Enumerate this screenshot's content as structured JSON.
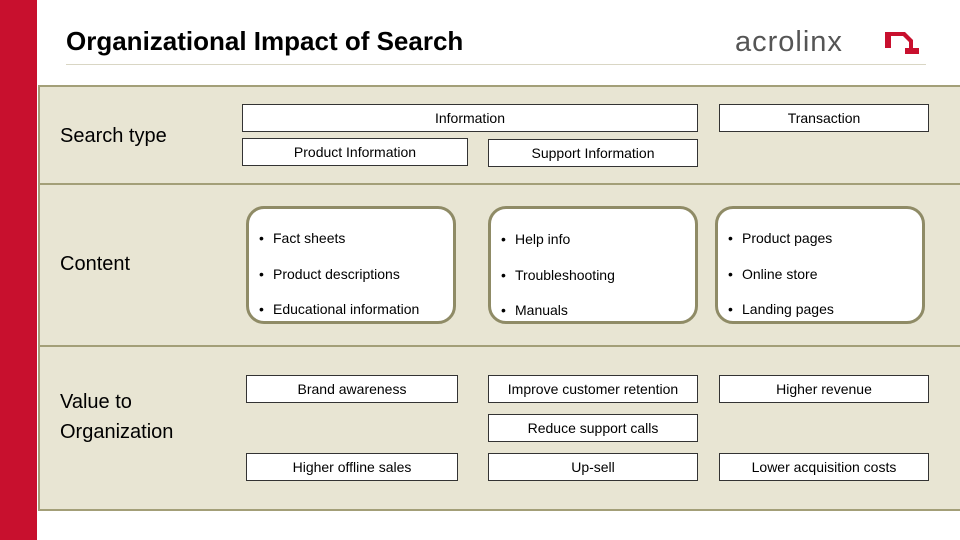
{
  "slide": {
    "title": "Organizational Impact of Search",
    "logo_text": "acrolinx"
  },
  "colors": {
    "accent_red": "#c8102e",
    "band_fill": "#e8e5d3",
    "band_border": "#a39f78"
  },
  "search_type": {
    "label": "Search type",
    "information": "Information",
    "transaction": "Transaction",
    "product_information": "Product Information",
    "support_information": "Support Information"
  },
  "content": {
    "label": "Content",
    "cards": [
      {
        "items": [
          "Fact sheets",
          "Product descriptions",
          "Educational information"
        ]
      },
      {
        "items": [
          "Help info",
          "Troubleshooting",
          "Manuals"
        ]
      },
      {
        "items": [
          "Product pages",
          "Online store",
          "Landing pages"
        ]
      }
    ]
  },
  "value": {
    "label_line1": "Value to",
    "label_line2": "Organization",
    "brand_awareness": "Brand awareness",
    "improve_retention": "Improve customer retention",
    "higher_revenue": "Higher revenue",
    "reduce_support_calls": "Reduce support calls",
    "higher_offline_sales": "Higher offline sales",
    "up_sell": "Up-sell",
    "lower_acquisition_costs": "Lower acquisition costs"
  }
}
